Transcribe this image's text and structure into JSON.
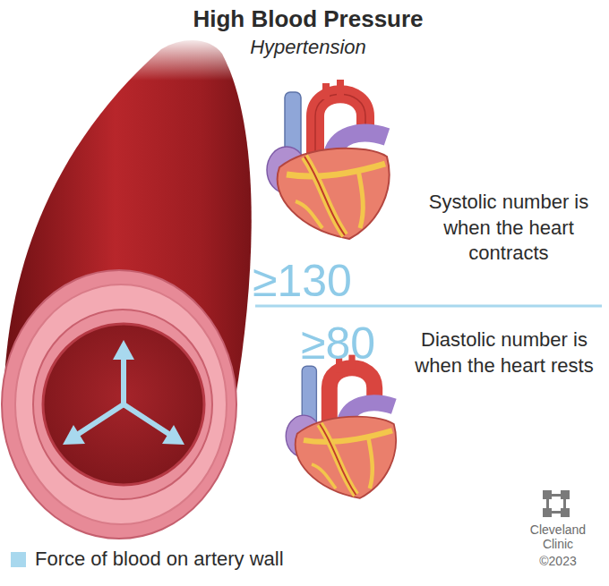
{
  "diagram": {
    "title": "High Blood Pressure",
    "labels": [
      "Hypertension",
      "≥130",
      "Systolic number is when the heart contracts",
      "≥80",
      "Diastolic number is when the heart rests",
      "Cleveland Clinic",
      "©2023"
    ],
    "legend": [
      {
        "text": "Force of blood on artery wall",
        "color": "#a8d8ee"
      }
    ]
  }
}
